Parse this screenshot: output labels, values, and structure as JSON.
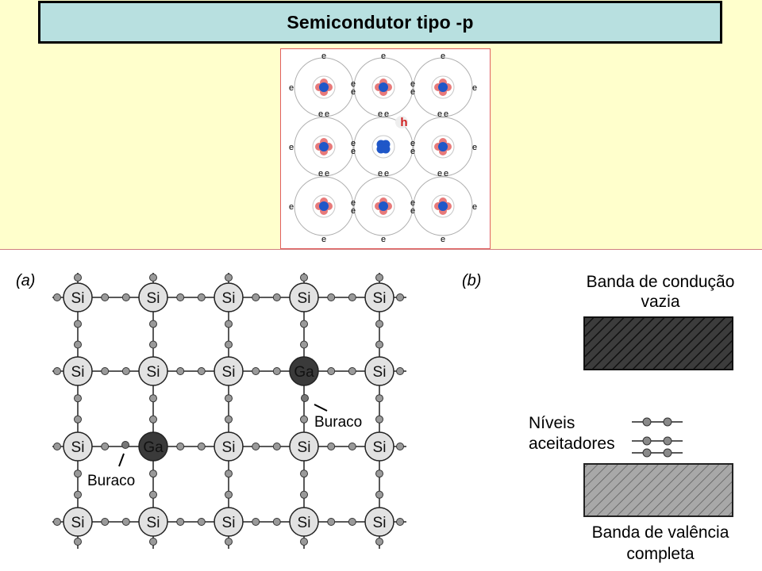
{
  "title": "Semicondutor tipo -p",
  "atom_diagram": {
    "electron_symbol": "e",
    "hole_symbol": "h",
    "colors": {
      "nucleus": "#1f57c8",
      "inner_shell": "#e87a7a",
      "hole": "#d02020",
      "orbit": "#b0b0b0"
    }
  },
  "lattice": {
    "panel_label": "(a)",
    "host_atom": "Si",
    "dopant_atom": "Ga",
    "hole_label_1": "Buraco",
    "hole_label_2": "Buraco",
    "rows": [
      [
        "Si",
        "Si",
        "Si",
        "Si",
        "Si"
      ],
      [
        "Si",
        "Si",
        "Si",
        "Ga",
        "Si"
      ],
      [
        "Si",
        "Ga",
        "Si",
        "Si",
        "Si"
      ],
      [
        "Si",
        "Si",
        "Si",
        "Si",
        "Si"
      ]
    ]
  },
  "bands": {
    "panel_label": "(b)",
    "conduction_label_line1": "Banda de condução",
    "conduction_label_line2": "vazia",
    "acceptor_label_line1": "Níveis",
    "acceptor_label_line2": "aceitadores",
    "valence_label_line1": "Banda de valência",
    "valence_label_line2": "completa"
  }
}
